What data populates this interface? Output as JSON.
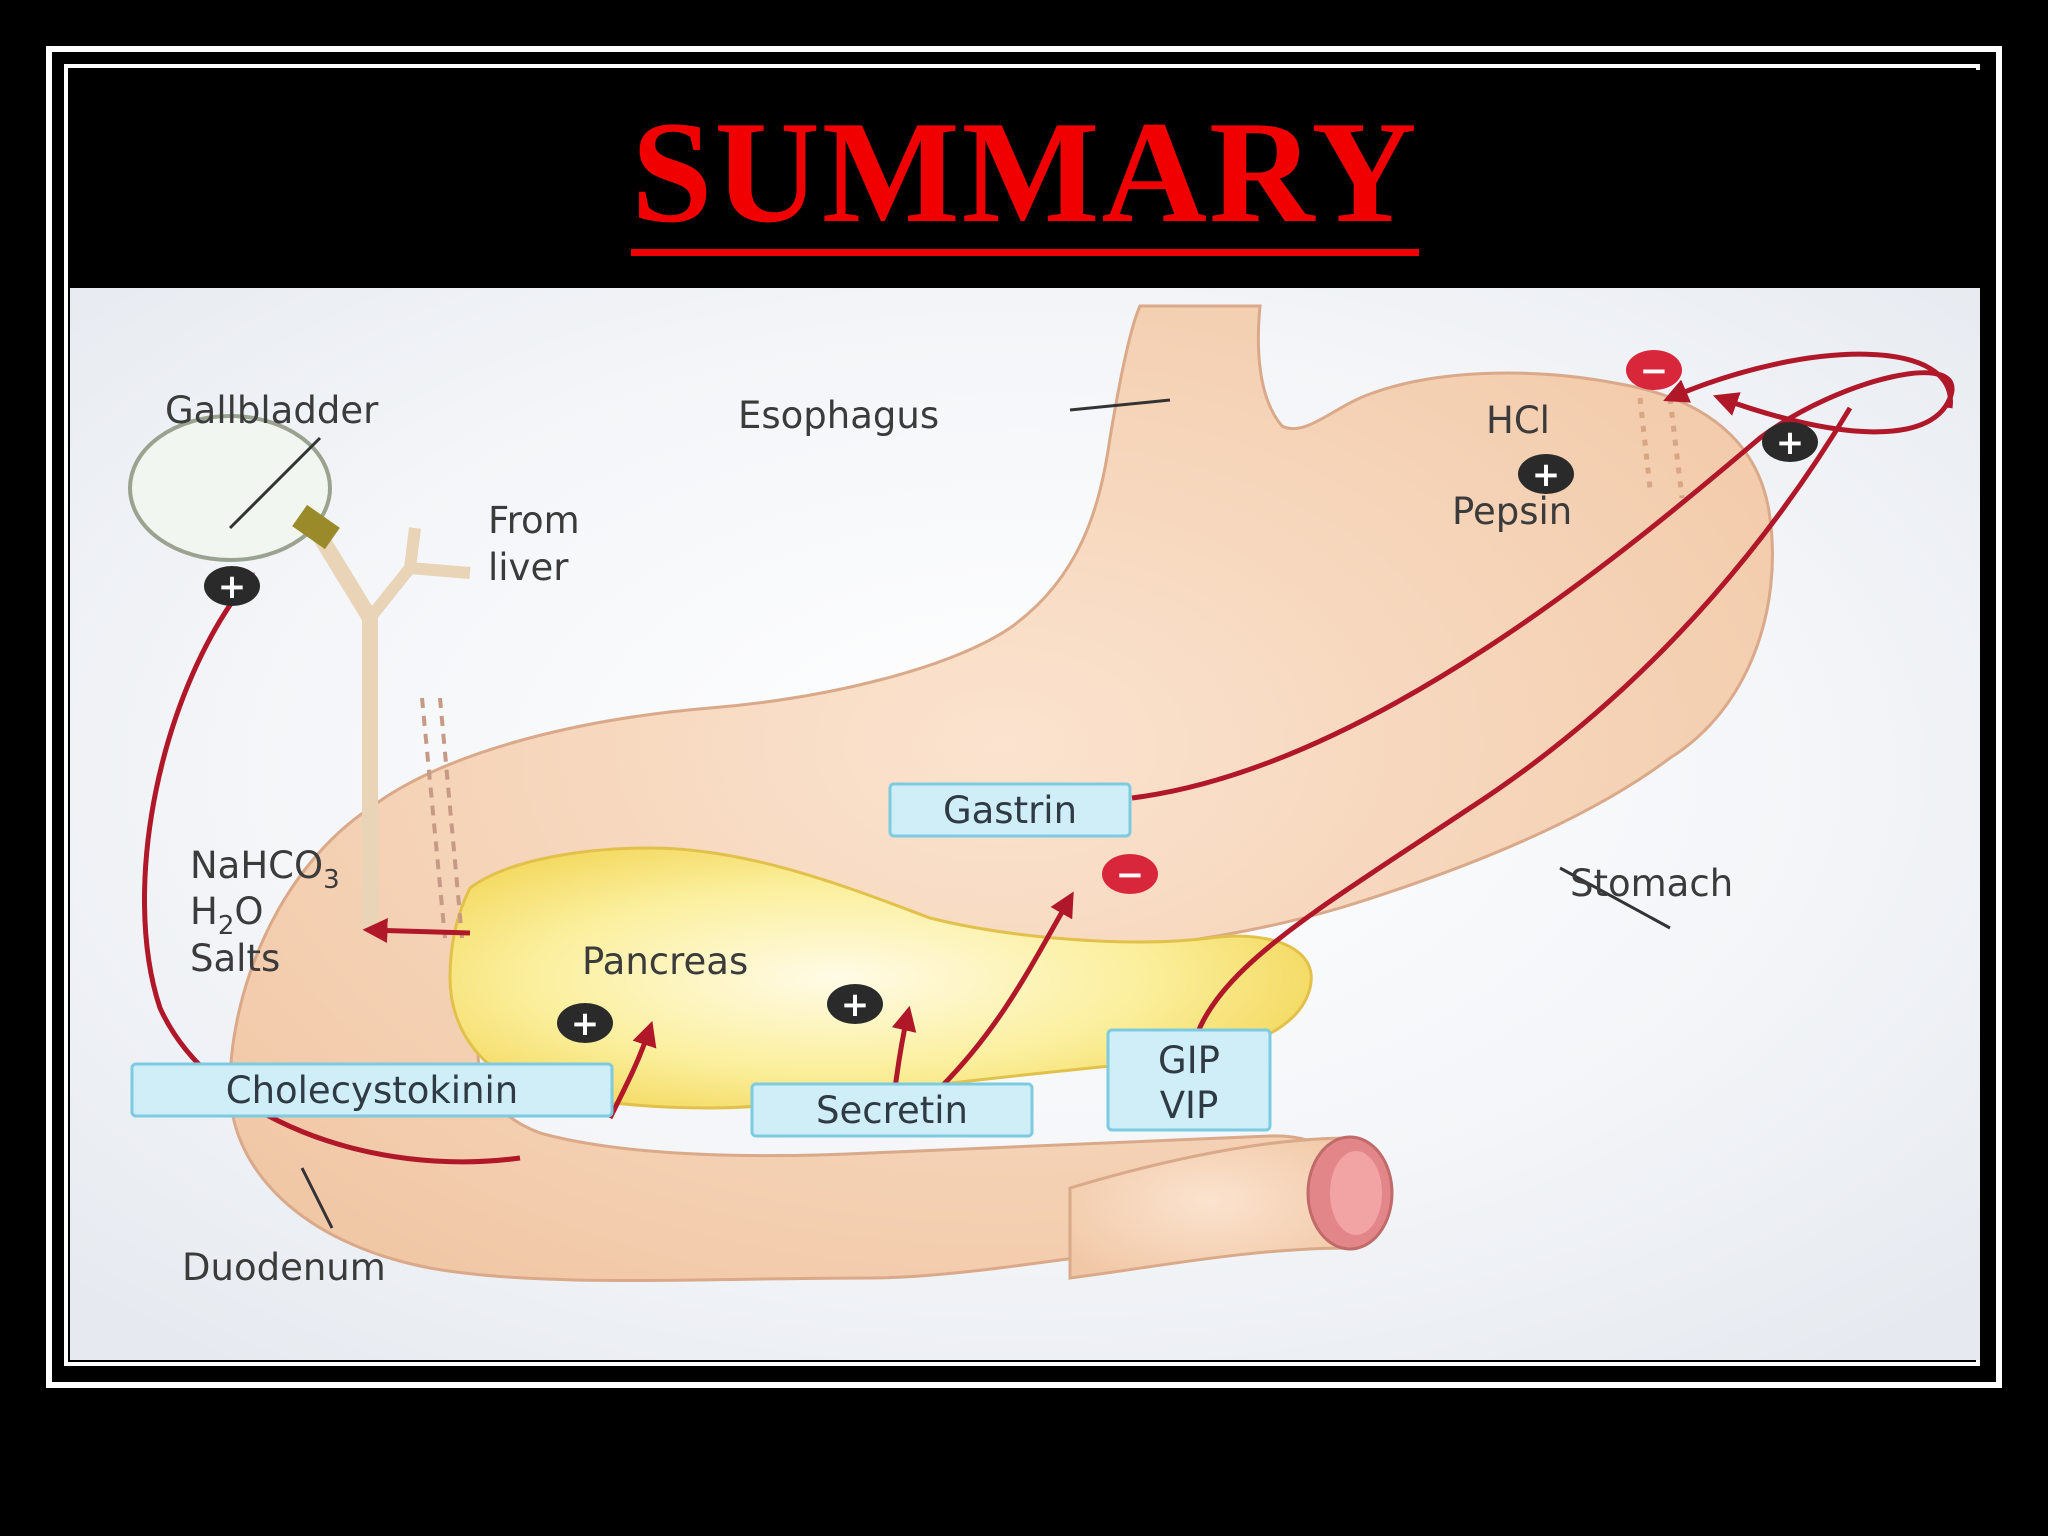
{
  "title": "SUMMARY",
  "labels": {
    "gallbladder": "Gallbladder",
    "esophagus": "Esophagus",
    "from_liver_1": "From",
    "from_liver_2": "liver",
    "hcl": "HCl",
    "pepsin": "Pepsin",
    "nahco3": "NaHCO",
    "nahco3_sub": "3",
    "h2o_h": "H",
    "h2o_sub": "2",
    "h2o_o": "O",
    "salts": "Salts",
    "pancreas": "Pancreas",
    "stomach": "Stomach",
    "duodenum": "Duodenum"
  },
  "hormones": {
    "gastrin": "Gastrin",
    "cholecystokinin": "Cholecystokinin",
    "secretin": "Secretin",
    "gip": "GIP",
    "vip": "VIP"
  },
  "symbols": {
    "plus": "+",
    "minus": "−"
  },
  "colors": {
    "title_red": "#f00000",
    "organ": "#f6d2b4",
    "pancreas": "#f7e27a",
    "arrow": "#b0182a",
    "hormone_box": "#cfeef7",
    "inhibit": "#d8263a",
    "stimulate": "#2a2a2a"
  }
}
